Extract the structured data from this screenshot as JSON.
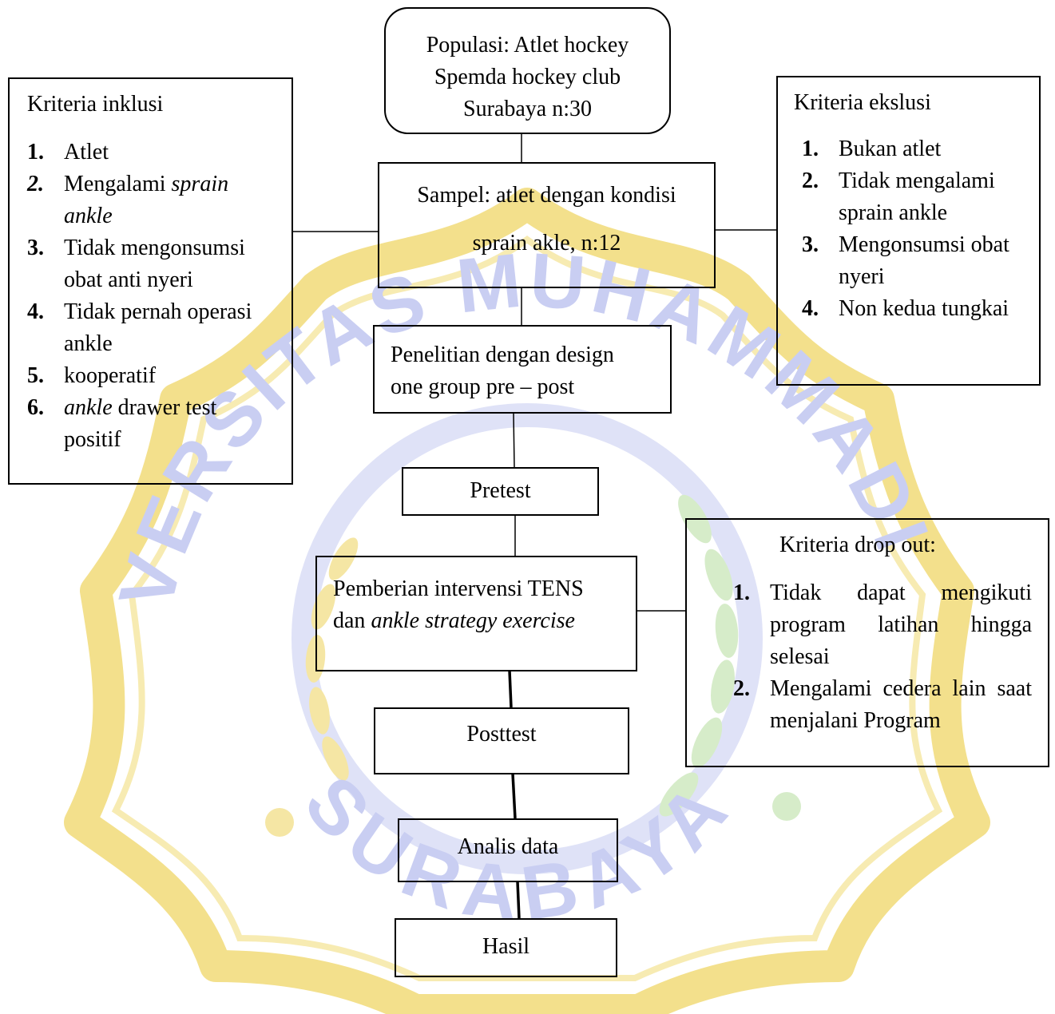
{
  "watermark": {
    "text_top": "UNIVERSITAS MUHAMMADIYAH",
    "text_bottom": "SURABAYA",
    "colors": {
      "gold": "#f3e08c",
      "blue": "#c9cef2",
      "green": "#cfe7c2"
    }
  },
  "nodes": {
    "populasi": {
      "lines": [
        "Populasi: Atlet hockey",
        "Spemda hockey club",
        "Surabaya n:30"
      ]
    },
    "sampel": {
      "lines": [
        "Sampel: atlet dengan kondisi",
        "sprain akle, n:12"
      ]
    },
    "penelitian": {
      "lines": [
        "Penelitian dengan design",
        "one group pre – post"
      ]
    },
    "pretest": {
      "label": "Pretest"
    },
    "intervensi": {
      "line1": "Pemberian intervensi TENS",
      "line2_prefix": "dan ",
      "line2_italic": "ankle strategy exercise"
    },
    "posttest": {
      "label": "Posttest"
    },
    "analisis": {
      "label": "Analis data"
    },
    "hasil": {
      "label": "Hasil"
    }
  },
  "inklusi": {
    "title": "Kriteria inklusi",
    "items": [
      {
        "num": "1.",
        "text": "Atlet"
      },
      {
        "num": "2.",
        "text_plain": "Mengalami ",
        "text_italic": "sprain ankle"
      },
      {
        "num": "3.",
        "text": "Tidak mengonsumsi obat anti nyeri"
      },
      {
        "num": "4.",
        "text": "Tidak pernah operasi ankle"
      },
      {
        "num": "5.",
        "text": "kooperatif"
      },
      {
        "num": "6.",
        "text_italic": "ankle",
        "text_plain": " drawer test positif"
      }
    ]
  },
  "eksklusi": {
    "title": "Kriteria ekslusi",
    "items": [
      {
        "num": "1.",
        "text": "Bukan atlet"
      },
      {
        "num": "2.",
        "text": "Tidak mengalami sprain ankle"
      },
      {
        "num": "3.",
        "text": "Mengonsumsi obat nyeri"
      },
      {
        "num": "4.",
        "text": "Non kedua tungkai"
      }
    ]
  },
  "dropout": {
    "title": "Kriteria drop out:",
    "items": [
      {
        "num": "1.",
        "text": "Tidak dapat mengikuti program latihan hingga selesai"
      },
      {
        "num": "2.",
        "text": "Mengalami cedera lain saat menjalani Program"
      }
    ]
  }
}
